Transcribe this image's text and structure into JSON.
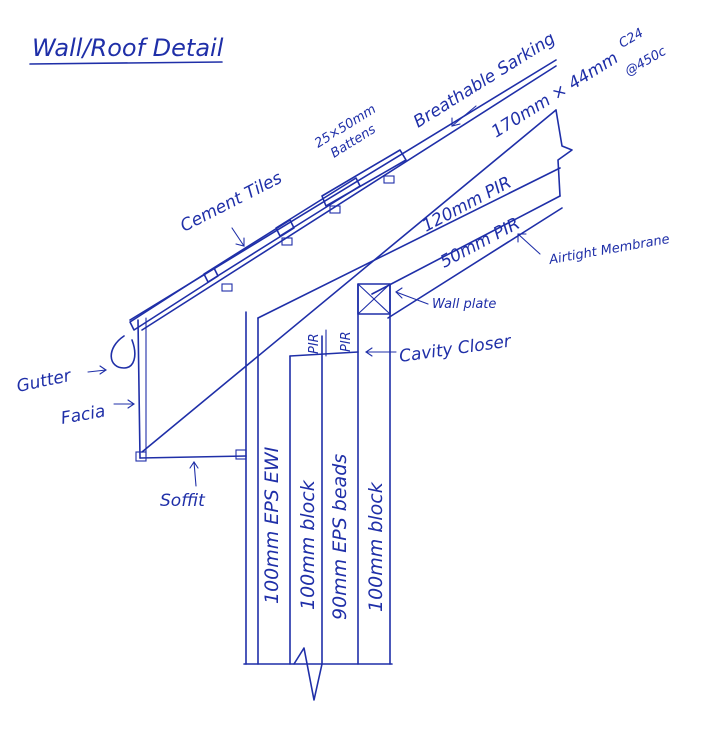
{
  "title": "Wall/Roof Detail",
  "colors": {
    "ink": "#1f2fa8",
    "paper": "#ffffff"
  },
  "labels": {
    "breathable_sarking": "Breathable Sarking",
    "rafter": "170mm × 44mm",
    "rafter_grade": "C24",
    "rafter_spacing": "@450c",
    "battens_size": "25×50mm",
    "battens": "Battens",
    "cement_tiles": "Cement Tiles",
    "pir_120": "120mm PIR",
    "pir_50": "50mm PIR",
    "airtight_membrane": "Airtight Membrane",
    "wall_plate": "Wall plate",
    "cavity_closer": "Cavity Closer",
    "pir_short": "PIR",
    "gutter": "Gutter",
    "facia": "Facia",
    "soffit": "Soffit",
    "eps_ewi": "100mm EPS EWI",
    "block_outer": "100mm block",
    "eps_beads": "90mm EPS beads",
    "block_inner": "100mm block"
  }
}
